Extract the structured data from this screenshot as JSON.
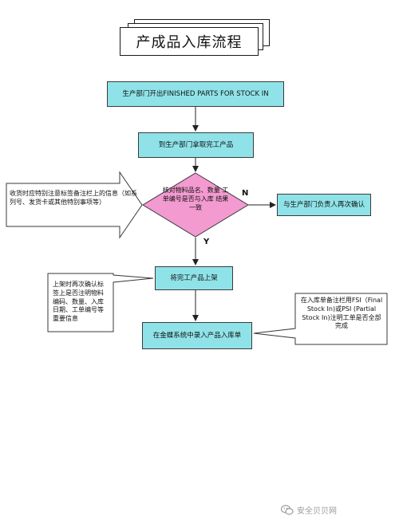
{
  "title": "产成品入库流程",
  "steps": {
    "start": "生产部门开出FINISHED PARTS FOR STOCK IN",
    "fetch": "到生产部门拿取完工产品",
    "decision": "核对物料品名、数量 工单编号是否与入库 结果一致",
    "confirm": "与生产部门负责人再次确认",
    "shelve": "将完工产品上架",
    "record": "在金蝶系统中录入产品入库单"
  },
  "branch_labels": {
    "no": "N",
    "yes": "Y"
  },
  "notes": {
    "receiving": "收货时应特别注意标签备注栏上的信息（如系列号、发货卡或其他特别事项等）",
    "shelving": "上架时再次确认标签上是否注明物料编码、数量、入库日期、工单编号等重要信息",
    "record": "在入库单备注栏用FSI（Final Stock In)或PSI (Partial Stock In)注明工单是否全部完成"
  },
  "watermark": "安全贝贝网",
  "colors": {
    "box_fill": "#8fe3e8",
    "decision_fill": "#f39ad0",
    "border": "#3a3a3a"
  }
}
